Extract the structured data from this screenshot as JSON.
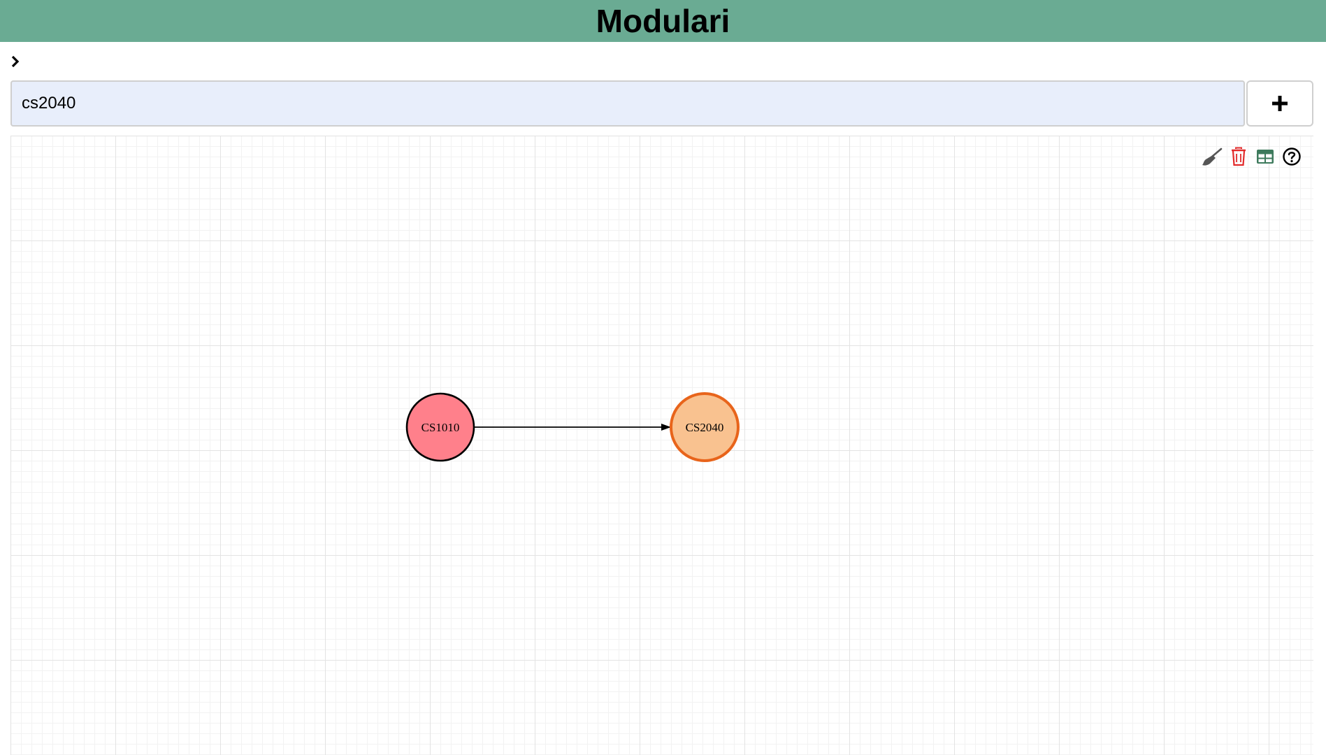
{
  "app": {
    "title": "Modulari"
  },
  "search": {
    "value": "cs2040",
    "add_button_icon": "plus-icon"
  },
  "toolbar": {
    "icons": [
      "clear-brush-icon",
      "trash-icon",
      "table-icon",
      "help-icon"
    ]
  },
  "graph": {
    "nodes": [
      {
        "id": "CS1010",
        "label": "CS1010",
        "fill": "#ff808b",
        "stroke": "#000000"
      },
      {
        "id": "CS2040",
        "label": "CS2040",
        "fill": "#f9c290",
        "stroke": "#e8641b"
      }
    ],
    "edges": [
      {
        "from": "CS1010",
        "to": "CS2040"
      }
    ]
  },
  "colors": {
    "header": "#6aab93",
    "input_bg": "#e8eefb",
    "trash": "#e22b2b",
    "table": "#3d7a5c"
  }
}
